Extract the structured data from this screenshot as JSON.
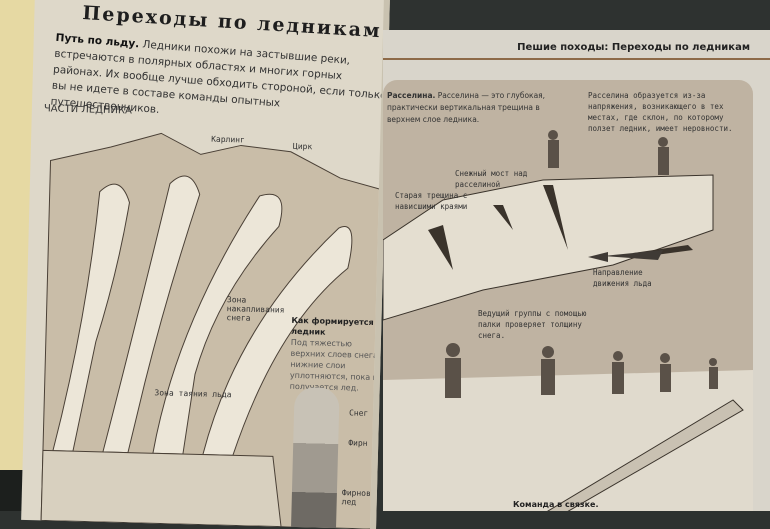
{
  "left_page": {
    "title": "Переходы по ледникам",
    "intro_bold": "Путь по льду.",
    "intro_text": "Ледники похожи на застывшие реки, встречаются в полярных областях и многих горных районах. Их вообще лучше обходить стороной, если только вы не идете в составе команды опытных путешественников.",
    "section_title": "ЧАСТИ ЛЕДНИКА",
    "labels": {
      "karling": "Карлинг",
      "cirque": "Цирк",
      "accumulation": "Зона накапливания снега",
      "melting": "Зона таяния льда"
    },
    "sidebar": {
      "title": "Как формируется ледник",
      "text": "Под тяжестью верхних слоев снега нижние слои уплотняются, пока не получается лед.",
      "layers": [
        "Снег",
        "Фирн",
        "Фирновый лед"
      ]
    }
  },
  "right_page": {
    "header": "Пешие походы: Переходы по ледникам",
    "crevasse_bold": "Расселина.",
    "crevasse_text": "Расселина — это глубокая, практически вертикальная трещина в верхнем слое ледника.",
    "note_top": "Расселина образуется из-за напряжения, возникающего в тех местах, где склон, по которому ползет ледник, имеет неровности.",
    "labels": {
      "snow_bridge": "Снежный мост над расселиной",
      "old_crack": "Старая трещина с нависшими краями",
      "direction": "Направление движения льда",
      "leader": "Ведущий группы с помощью палки проверяет толщину снега."
    },
    "caption": "Команда в связке."
  },
  "colors": {
    "panel": "#bfb3a2",
    "page": "#d9d5cb",
    "rule": "#8d6a48"
  }
}
